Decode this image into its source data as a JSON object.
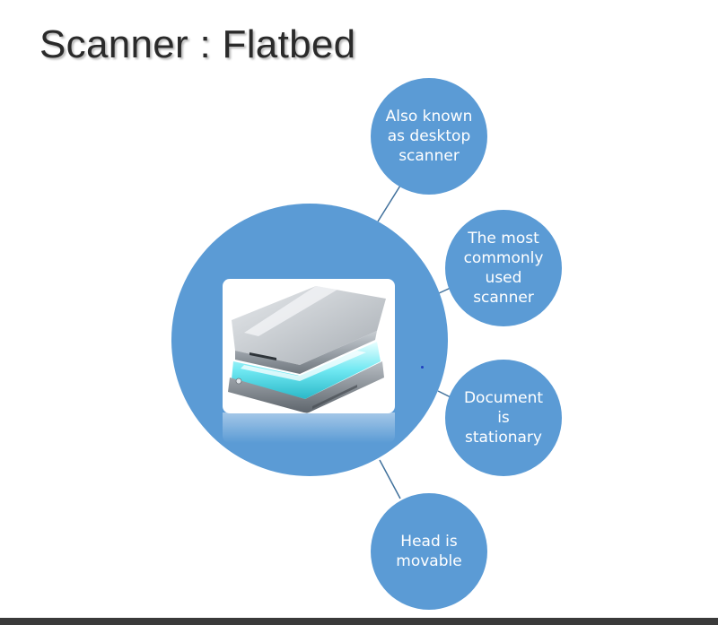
{
  "slide": {
    "title": "Scanner : Flatbed"
  },
  "diagram": {
    "center": {
      "image": "flatbed-scanner-photo"
    },
    "nodes": [
      {
        "label": "Also known as desktop scanner"
      },
      {
        "label": "The most commonly used scanner"
      },
      {
        "label": "Document is stationary"
      },
      {
        "label": "Head is movable"
      }
    ]
  },
  "colors": {
    "circle_fill": "#5b9bd5",
    "connector": "#41719c",
    "title_text": "#2a2a2a",
    "node_text": "#ffffff"
  }
}
